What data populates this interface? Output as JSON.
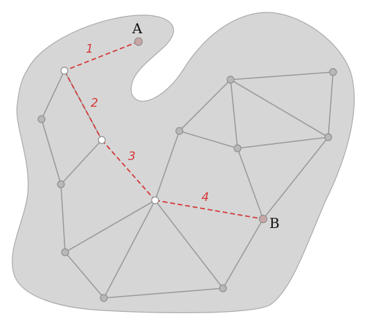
{
  "labels": {
    "start": "A",
    "end": "B"
  },
  "path_segments": [
    {
      "label": "1"
    },
    {
      "label": "2"
    },
    {
      "label": "3"
    },
    {
      "label": "4"
    }
  ],
  "colors": {
    "region_fill": "#d6d6d6",
    "region_stroke": "#a9a9a9",
    "edge": "#9a9a9a",
    "node_fill": "#b8b8b8",
    "node_stroke": "#8f8f8f",
    "path": "#d43838",
    "path_node_fill": "#ffffff",
    "endpoint_fill": "#c9a6a6"
  }
}
